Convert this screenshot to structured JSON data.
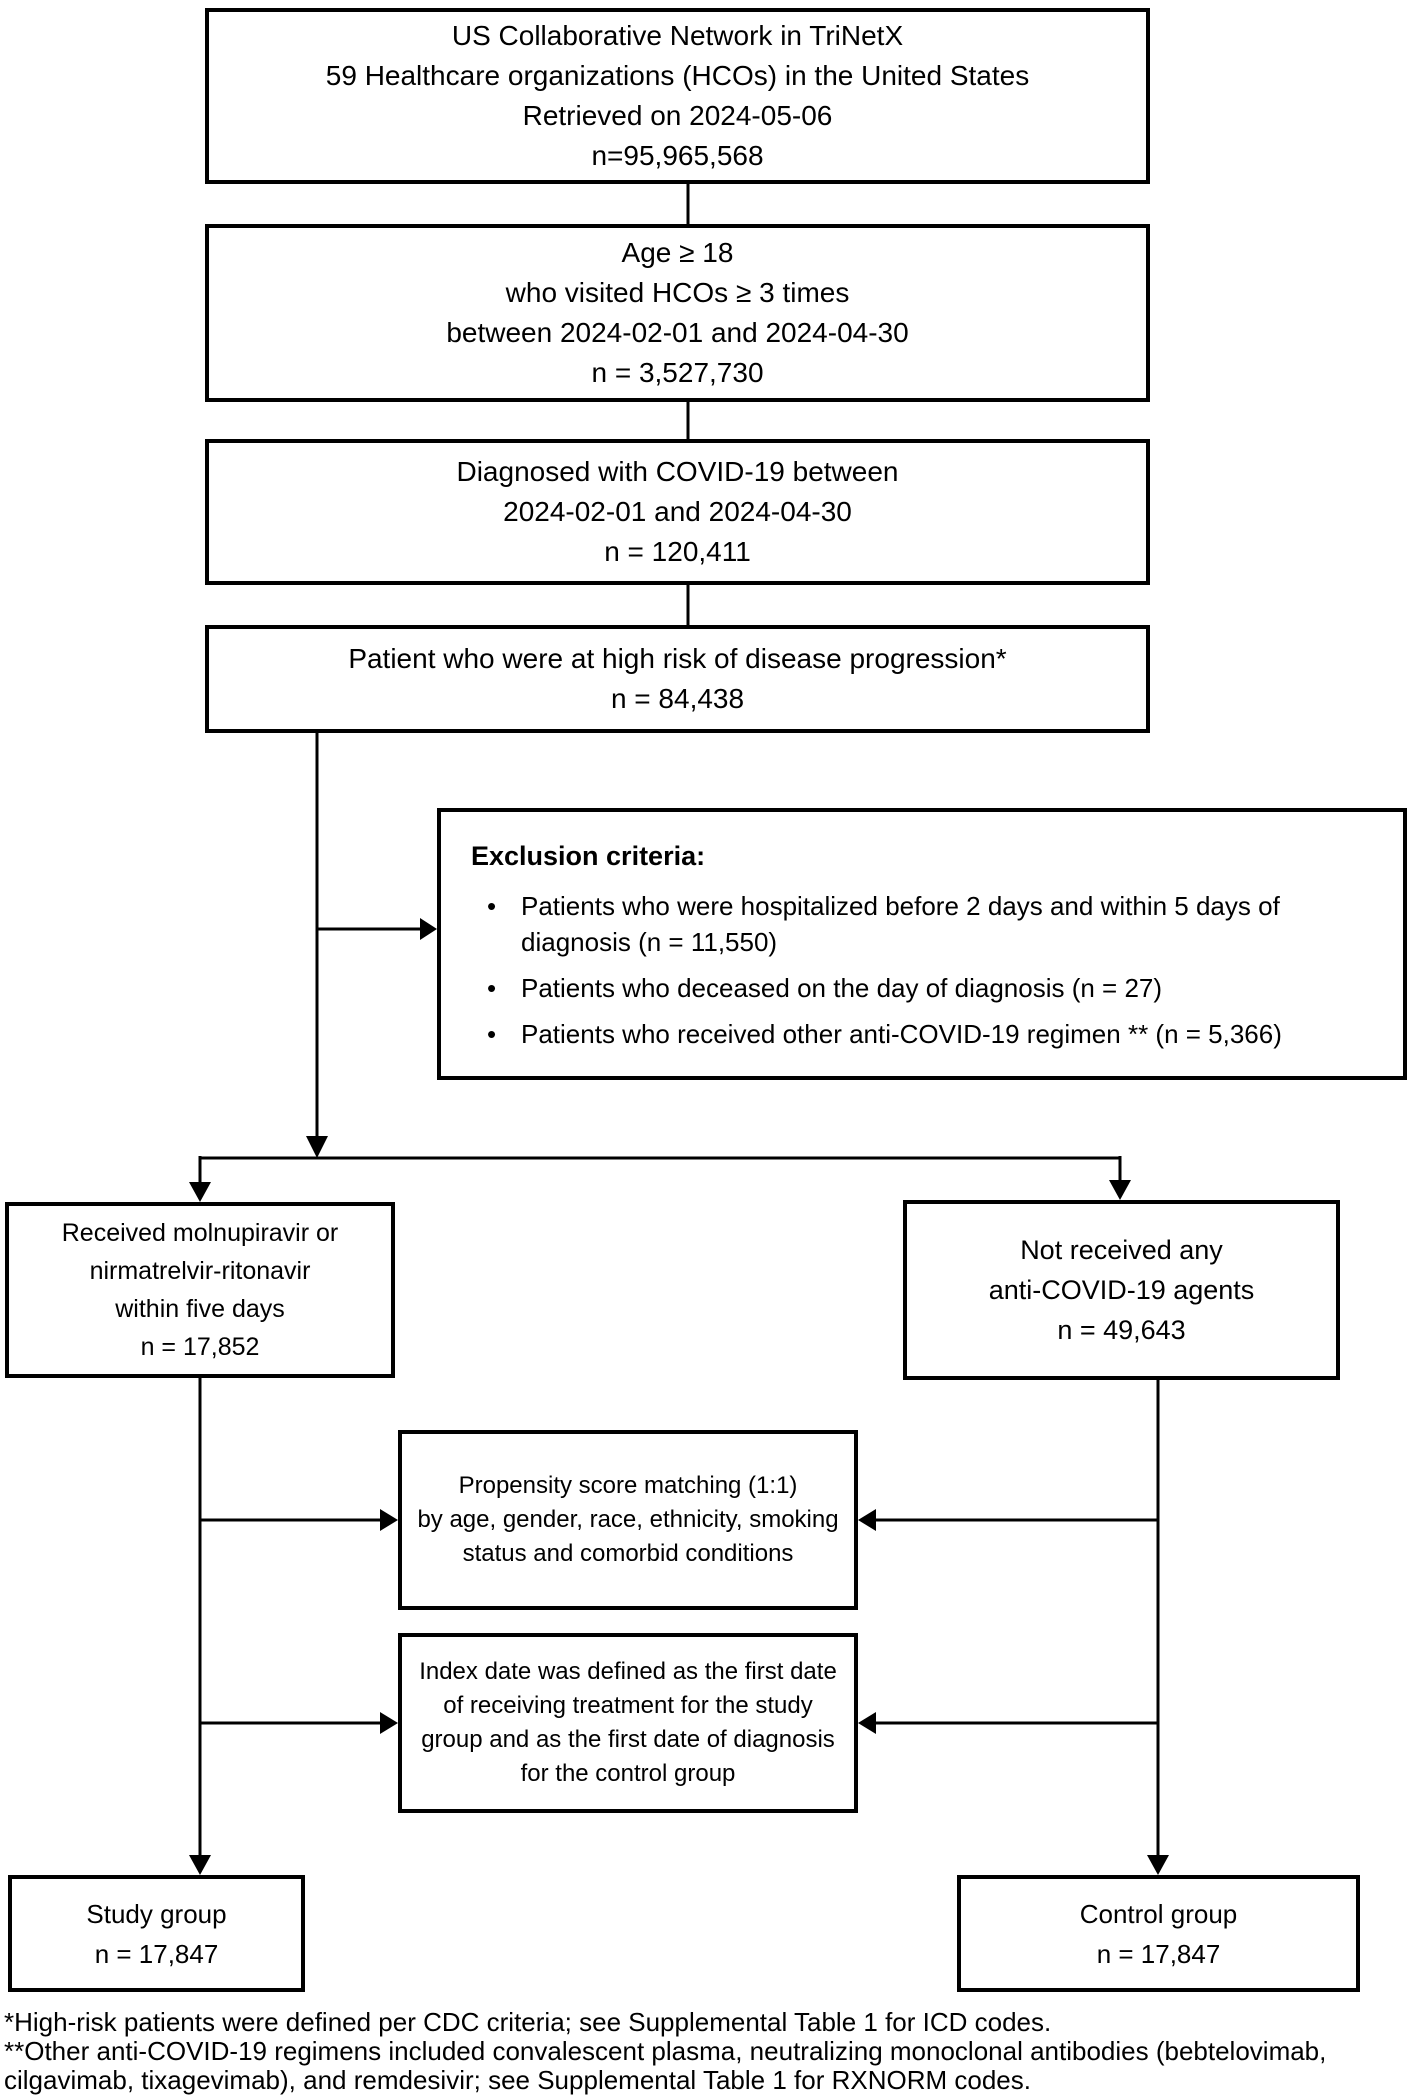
{
  "colors": {
    "background": "#ffffff",
    "box_border": "#000000",
    "text": "#000000",
    "connector": "#000000"
  },
  "boxes": {
    "network": {
      "lines": [
        "US Collaborative Network in TriNetX",
        "59 Healthcare organizations (HCOs) in the United States",
        "Retrieved on 2024-05-06",
        "n=95,965,568"
      ]
    },
    "age": {
      "lines": [
        "Age ≥ 18",
        "who visited HCOs ≥ 3 times",
        "between  2024-02-01 and 2024-04-30",
        "n = 3,527,730"
      ]
    },
    "covid": {
      "lines": [
        "Diagnosed with COVID-19 between",
        "2024-02-01 and 2024-04-30",
        "n = 120,411"
      ]
    },
    "highrisk": {
      "lines": [
        "Patient who were at high risk of disease progression*",
        "n = 84,438"
      ]
    },
    "exclusion": {
      "title": "Exclusion criteria:",
      "items": [
        "Patients who were hospitalized before 2 days and within 5 days of diagnosis (n = 11,550)",
        "Patients who deceased on the day of diagnosis  (n = 27)",
        "Patients who received other anti-COVID-19 regimen ** (n = 5,366)"
      ]
    },
    "treated": {
      "lines": [
        "Received molnupiravir or",
        "nirmatrelvir-ritonavir",
        "within five days",
        "n = 17,852"
      ]
    },
    "untreated": {
      "lines": [
        "Not received any",
        "anti-COVID-19 agents",
        "n = 49,643"
      ]
    },
    "matching": {
      "lines": [
        "Propensity score matching (1:1)",
        "by age, gender, race, ethnicity, smoking",
        "status and comorbid conditions"
      ]
    },
    "indexdate": {
      "lines": [
        "Index date was defined as the first date",
        "of receiving treatment for the study",
        "group and as the first date of diagnosis",
        "for the control group"
      ]
    },
    "study": {
      "lines": [
        "Study group",
        "n = 17,847"
      ]
    },
    "control": {
      "lines": [
        "Control group",
        "n = 17,847"
      ]
    }
  },
  "footnotes": [
    "*High-risk patients were defined per CDC criteria; see Supplemental Table 1 for ICD codes.",
    "**Other anti-COVID-19 regimens included convalescent plasma, neutralizing monoclonal antibodies (bebtelovimab,",
    "cilgavimab, tixagevimab), and remdesivir; see Supplemental Table 1 for RXNORM  codes."
  ]
}
